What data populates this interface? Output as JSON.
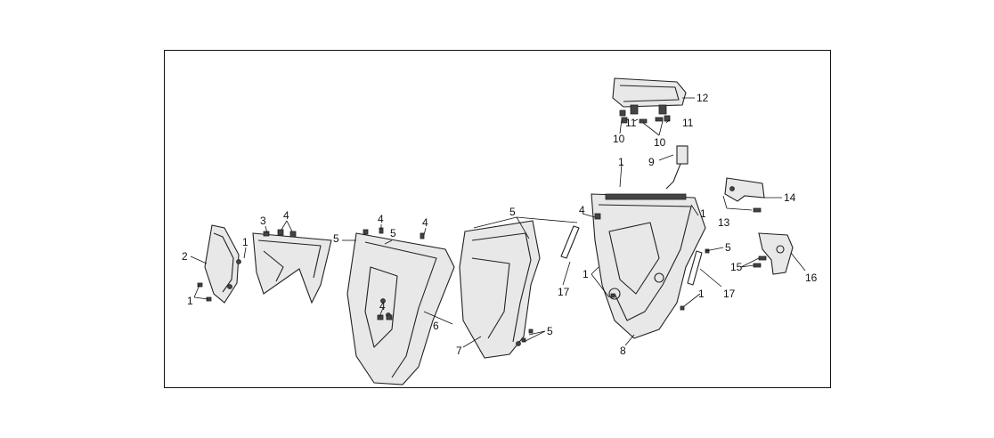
{
  "diagram": {
    "callouts": [
      {
        "id": "c1a",
        "text": "1"
      },
      {
        "id": "c1b",
        "text": "1"
      },
      {
        "id": "c2",
        "text": "2"
      },
      {
        "id": "c3",
        "text": "3"
      },
      {
        "id": "c4a",
        "text": "4"
      },
      {
        "id": "c4b",
        "text": "4"
      },
      {
        "id": "c4c",
        "text": "4"
      },
      {
        "id": "c4d",
        "text": "4"
      },
      {
        "id": "c4e",
        "text": "4"
      },
      {
        "id": "c5a",
        "text": "5"
      },
      {
        "id": "c5b",
        "text": "5"
      },
      {
        "id": "c5c",
        "text": "5"
      },
      {
        "id": "c5d",
        "text": "5"
      },
      {
        "id": "c5e",
        "text": "5"
      },
      {
        "id": "c6",
        "text": "6"
      },
      {
        "id": "c7",
        "text": "7"
      },
      {
        "id": "c17a",
        "text": "17"
      },
      {
        "id": "c1c",
        "text": "1"
      },
      {
        "id": "c1d",
        "text": "1"
      },
      {
        "id": "c1e",
        "text": "1"
      },
      {
        "id": "c1f",
        "text": "1"
      },
      {
        "id": "c8",
        "text": "8"
      },
      {
        "id": "c9",
        "text": "9"
      },
      {
        "id": "c10a",
        "text": "10"
      },
      {
        "id": "c10b",
        "text": "10"
      },
      {
        "id": "c11a",
        "text": "11"
      },
      {
        "id": "c11b",
        "text": "11"
      },
      {
        "id": "c12",
        "text": "12"
      },
      {
        "id": "c13",
        "text": "13"
      },
      {
        "id": "c14",
        "text": "14"
      },
      {
        "id": "c15",
        "text": "15"
      },
      {
        "id": "c16",
        "text": "16"
      },
      {
        "id": "c17b",
        "text": "17"
      }
    ]
  }
}
